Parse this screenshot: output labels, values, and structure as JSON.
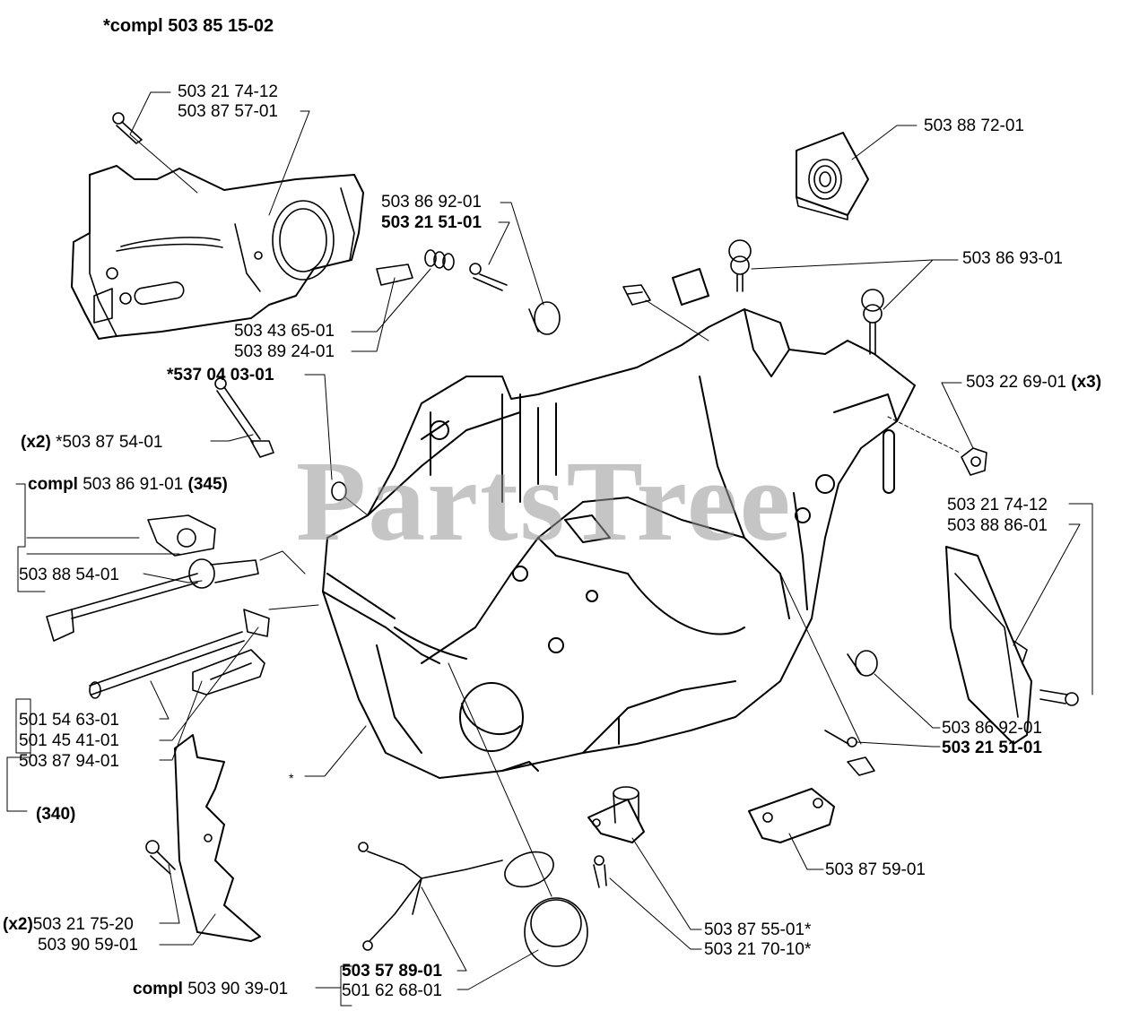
{
  "diagram": {
    "title_prefix": "*compl",
    "title_number": "503 85 15-02",
    "watermark": "PartsTree",
    "ink_color": "#000000",
    "watermark_color": "#969696",
    "labels": {
      "clutch_cover_bolt": "503 21 74-12",
      "clutch_cover": "503 87 57-01",
      "right_top_1": "503 88 72-01",
      "pin_1": "503 86 92-01",
      "pin_1_bold": "503 21 51-01",
      "dampers": "503 86 93-01",
      "spring_1": "503 43 65-01",
      "spring_2": "503 89 24-01",
      "nut_prefix": "*",
      "nut": "537 04 03-01",
      "clip_x3_num": "503 22 69-01",
      "clip_x3_qty": "(x3)",
      "bar_bolt_qty": "(x2)",
      "bar_bolt": "*503 87 54-01",
      "tensioner_prefix": "compl",
      "tensioner_num": "503 86 91-01",
      "tensioner_model": "(345)",
      "tensioner_screw": "503 88 54-01",
      "guard_bolt": "503 21 74-12",
      "guard": "503 88 86-01",
      "tensioner2_a": "501 54 63-01",
      "tensioner2_b": "501 45 41-01",
      "tensioner2_c": "503 87 94-01",
      "tensioner2_model": "(340)",
      "crankcase_mark": "*",
      "pin_2": "503 86 92-01",
      "pin_2_bold": "503 21 51-01",
      "bracket": "503 87 59-01",
      "strainer": "503 87 55-01*",
      "strainer_screw": "503 21 70-10*",
      "spike_qty": "(x2)",
      "spike_screw": "503 21 75-20",
      "spike": "503 90 59-01",
      "cap_prefix": "compl",
      "cap_num": "503 90 39-01",
      "cap_a": "503 57 89-01",
      "cap_b": "501 62 68-01"
    }
  }
}
